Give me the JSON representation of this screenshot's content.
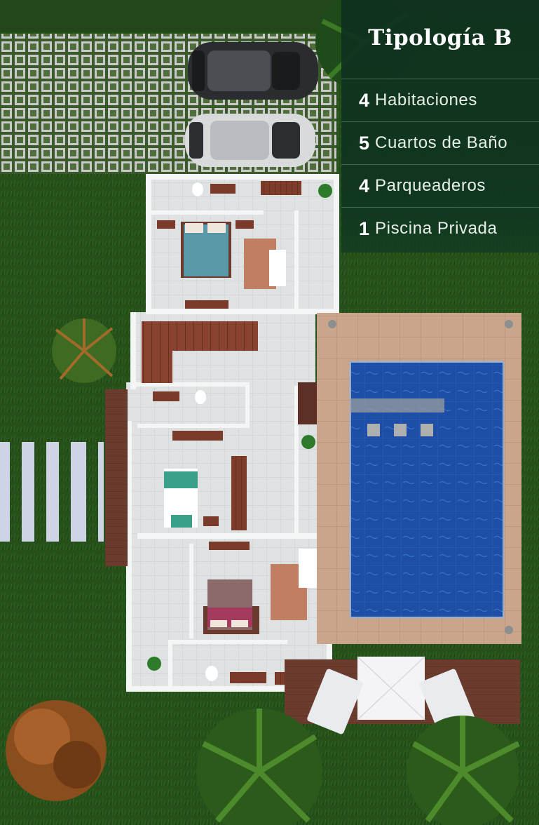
{
  "title": "Tipología B",
  "features": [
    {
      "count": "4",
      "label": "Habitaciones"
    },
    {
      "count": "5",
      "label": "Cuartos de Baño"
    },
    {
      "count": "4",
      "label": "Parqueaderos"
    },
    {
      "count": "1",
      "label": "Piscina Privada"
    }
  ],
  "colors": {
    "panel": "#0e301e",
    "grass": "#2f5a1f",
    "pool": "#1f4fa8",
    "floor": "#d9dcdc",
    "wood": "#7a3a2a",
    "deck": "#c7a38a"
  },
  "icons": [
    "car-icon",
    "palm-tree-icon",
    "umbrella-icon",
    "sun-lounger-icon",
    "bed-icon"
  ]
}
